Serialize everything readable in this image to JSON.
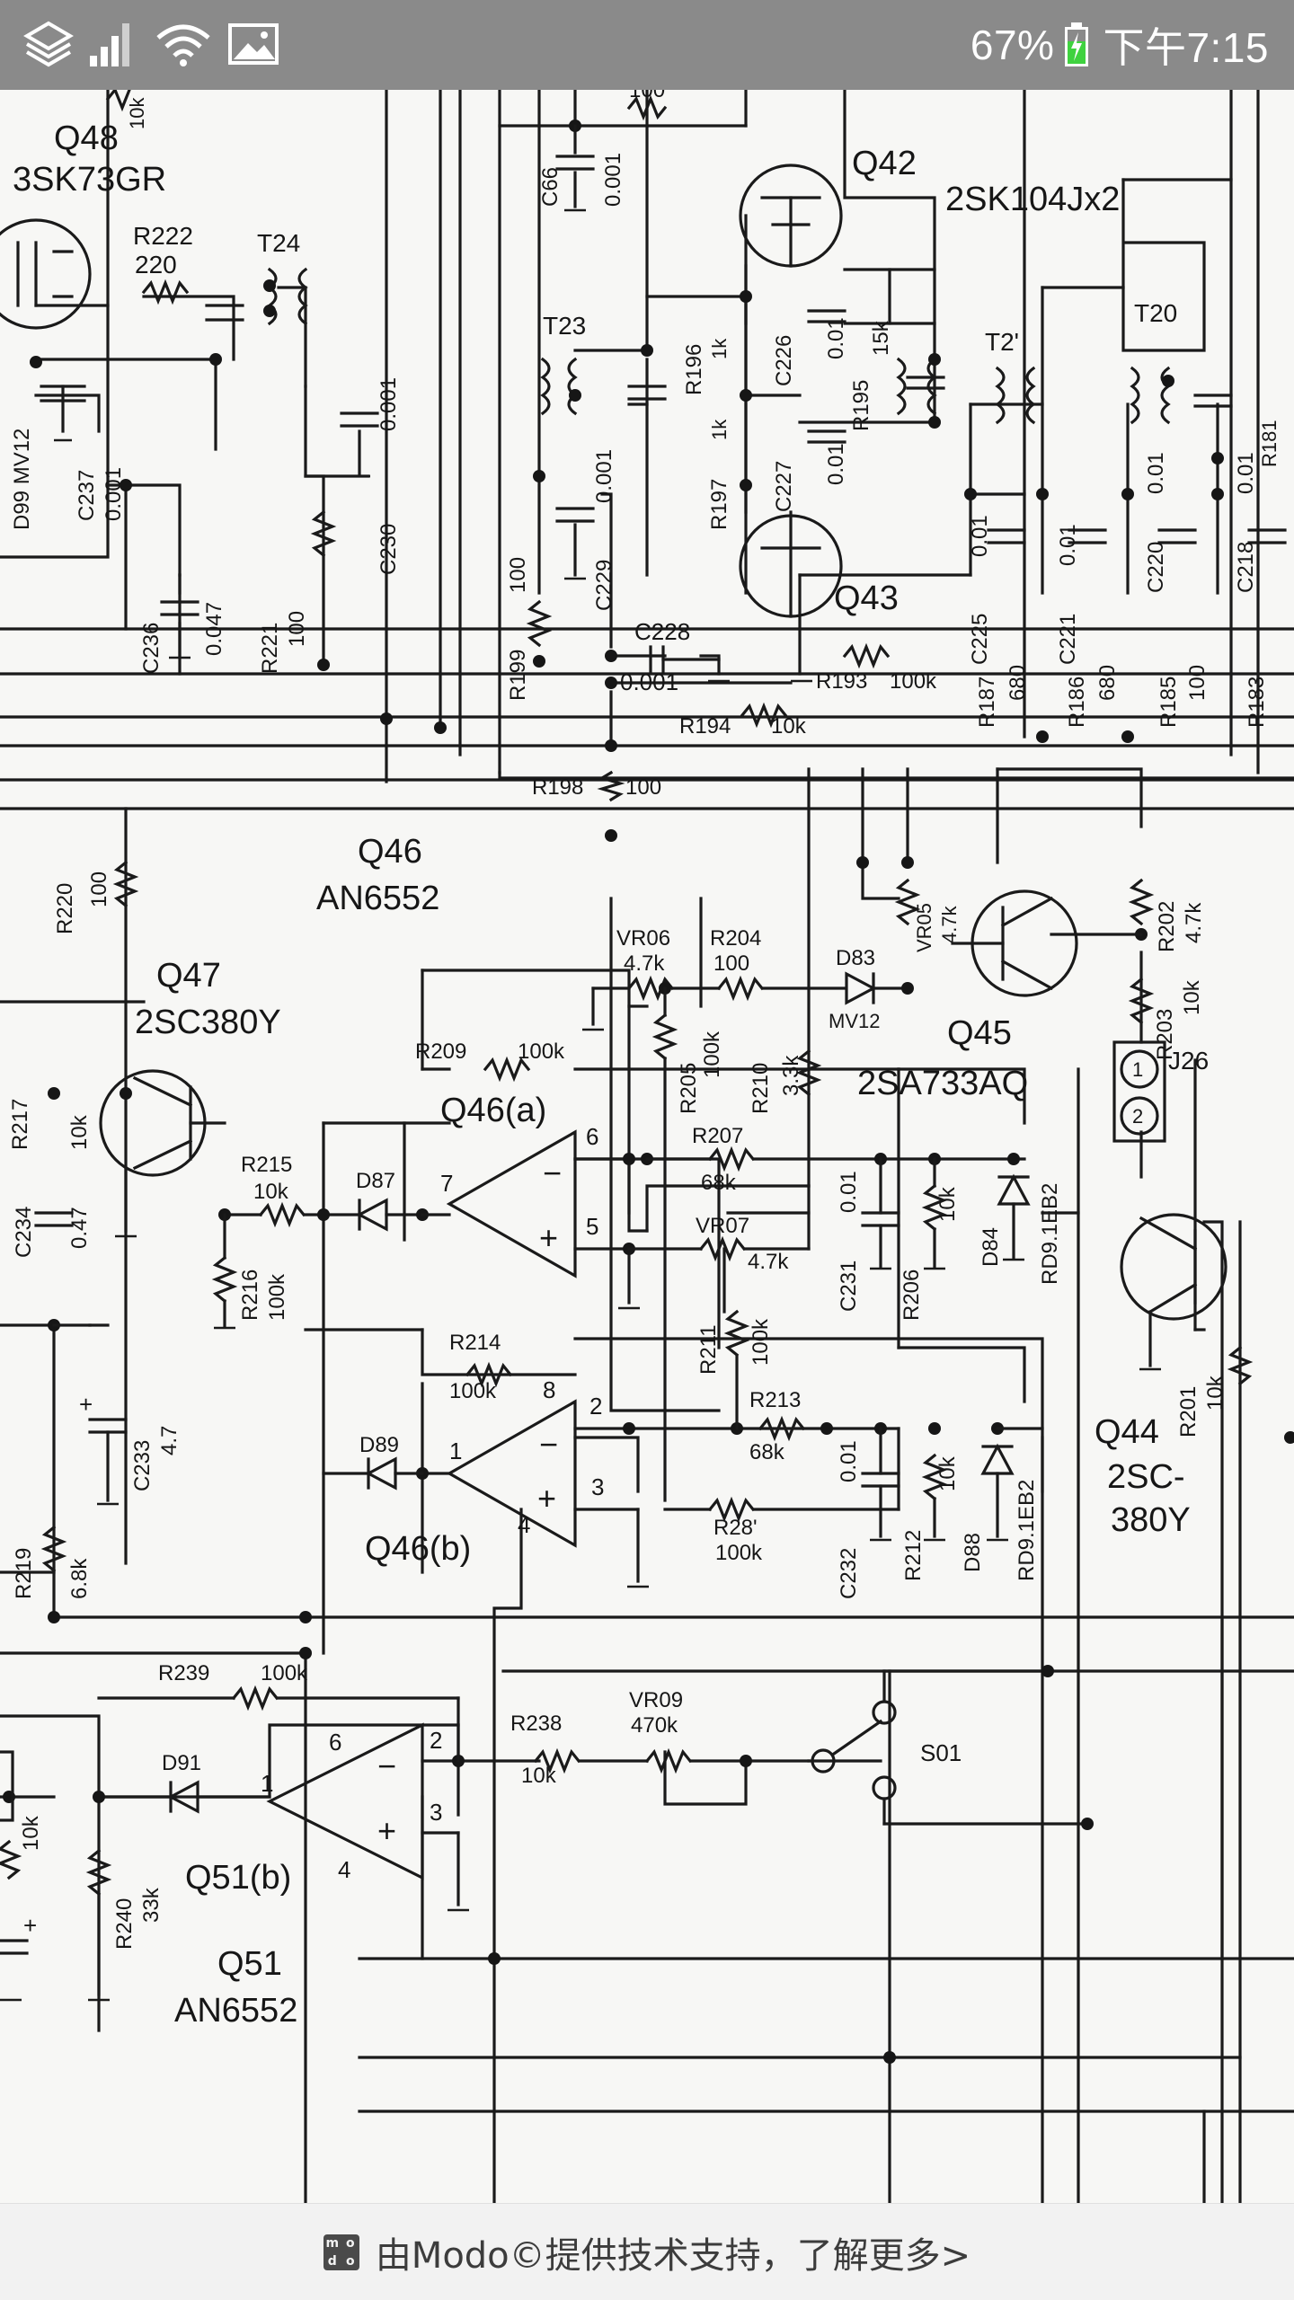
{
  "status_bar": {
    "battery_percent": "67%",
    "time": "下午7:15",
    "icons": [
      "sim-stack-icon",
      "signal-icon",
      "wifi-icon",
      "image-icon",
      "battery-charging-icon"
    ],
    "colors": {
      "background": "#8a8a8a",
      "foreground": "#ffffff",
      "battery_bolt": "#3fd23f"
    }
  },
  "schematic": {
    "labels": {
      "q48": "Q48",
      "q48_part": "3SK73GR",
      "q42": "Q42",
      "q42_part": "2SK104Jx2",
      "q43": "Q43",
      "q46": "Q46",
      "q46_part": "AN6552",
      "q46a": "Q46(a)",
      "q46b": "Q46(b)",
      "q47": "Q47",
      "q47_part": "2SC380Y",
      "q45": "Q45",
      "q45_part": "2SA733AQ",
      "q44": "Q44",
      "q44_part_1": "2SC-",
      "q44_part_2": "380Y",
      "q51": "Q51",
      "q51_part": "AN6552",
      "q51b": "Q51(b)",
      "t24": "T24",
      "t23": "T23",
      "t2": "T2'",
      "t20": "T20",
      "r222": "R222",
      "r222_v": "220",
      "r196": "R196",
      "r196_v": "1k",
      "r197": "R197",
      "r197_v": "1k",
      "r195": "R195",
      "r195_v": "15k",
      "r199": "R199",
      "r199_v": "100",
      "r221": "R221",
      "r221_v": "100",
      "r198": "R198",
      "r198_v": "100",
      "r194": "R194",
      "r194_v": "10k",
      "r193": "R193",
      "r193_v": "100k",
      "r187": "R187",
      "r187_v": "680",
      "r186": "R186",
      "r186_v": "680",
      "r185": "R185",
      "r185_v": "100",
      "r183": "R183",
      "r220": "R220",
      "r220_v": "100",
      "r204": "R204",
      "r204_v": "100",
      "vr06": "VR06",
      "vr06_v": "4.7k",
      "vr05": "VR05",
      "vr05_v": "4.7k",
      "r202": "R202",
      "r202_v": "4.7k",
      "r203": "R203",
      "r203_v": "10k",
      "r209": "R209",
      "r209_v": "100k",
      "r205": "R205",
      "r205_v": "100k",
      "r210": "R210",
      "r210_v": "3.3k",
      "r207": "R207",
      "r207_v": "68k",
      "vr07": "VR07",
      "vr07_v": "4.7k",
      "r215": "R215",
      "r215_v": "10k",
      "r216": "R216",
      "r216_v": "100k",
      "r217": "R217",
      "r217_v": "10k",
      "r206": "R206",
      "r206_v": "10k",
      "r214": "R214",
      "r214_v": "100k",
      "r211": "R211",
      "r211_v": "100k",
      "r213": "R213",
      "r213_v": "68k",
      "r28": "R28'",
      "r28_v": "100k",
      "r212": "R212",
      "r212_v": "10k",
      "r219": "R219",
      "r219_v": "6.8k",
      "r201": "R201",
      "r201_v": "10k",
      "r239": "R239",
      "r239_v": "100k",
      "r238": "R238",
      "r238_v": "10k",
      "vr09": "VR09",
      "vr09_v": "470k",
      "r240": "R240",
      "r240_v": "33k",
      "r_left_v": "10k",
      "r_top_v": "100",
      "c66": "C66",
      "c66_v": "0.001",
      "c226": "C226",
      "c226_v": "0.01",
      "c227": "C227",
      "c227_v": "0.01",
      "c237": "C237",
      "c237_v": "0.001",
      "c236": "C236",
      "c236_v": "0.047",
      "c230": "C230",
      "c230_v": "0.001",
      "c229": "C229",
      "c229_v": "0.001",
      "c228": "C228",
      "c228_v": "0.001",
      "c225": "C225",
      "c225_v": "0.01",
      "c221": "C221",
      "c221_v": "0.01",
      "c220": "C220",
      "c220_v": "0.01",
      "c218": "C218",
      "c218_v": "0.01",
      "c234": "C234",
      "c234_v": "0.47",
      "c231": "C231",
      "c231_v": "0.01",
      "c233": "C233",
      "c233_v": "4.7",
      "c232": "C232",
      "c232_v": "0.01",
      "d99": "D99",
      "d99_v": "MV12",
      "d83": "D83",
      "d83_v": "MV12",
      "d87": "D87",
      "d89": "D89",
      "d91": "D91",
      "d84": "D84",
      "d84_v": "RD9.1EB2",
      "d88": "D88",
      "d88_v": "RD9.1EB2",
      "j26": "J26",
      "s01": "S01",
      "pin_6": "6",
      "pin_7": "7",
      "pin_5": "5",
      "pin_8": "8",
      "pin_2": "2",
      "pin_1": "1",
      "pin_3": "3",
      "pin_4": "4",
      "pin_b6": "6",
      "pin_b2": "2",
      "pin_b1": "1",
      "pin_b3": "3",
      "pin_b4": "4",
      "jack_1": "1",
      "jack_2": "2"
    }
  },
  "footer": {
    "logo_text": [
      "m",
      "o",
      "d",
      "o"
    ],
    "text": "由Modo©提供技术支持，了解更多>"
  }
}
